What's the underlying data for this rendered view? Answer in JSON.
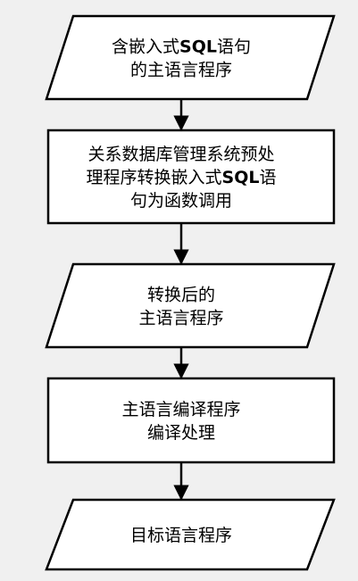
{
  "diagram": {
    "colors": {
      "background": "#f0f0f0",
      "fill": "#ffffff",
      "stroke": "#000000",
      "text": "#000000"
    },
    "nodes": [
      {
        "id": "source-program",
        "shape": "parallelogram",
        "lines": [
          [
            {
              "t": "含嵌入式"
            },
            {
              "t": "SQL",
              "bold": true
            },
            {
              "t": "语句"
            }
          ],
          [
            {
              "t": "的主语言程序"
            }
          ]
        ]
      },
      {
        "id": "dbms-preprocess",
        "shape": "rectangle",
        "lines": [
          [
            {
              "t": "关系数据库管理系统预处"
            }
          ],
          [
            {
              "t": "理程序转换嵌入式"
            },
            {
              "t": "SQL",
              "bold": true
            },
            {
              "t": "语"
            }
          ],
          [
            {
              "t": "句为函数调用"
            }
          ]
        ]
      },
      {
        "id": "converted-program",
        "shape": "parallelogram",
        "lines": [
          [
            {
              "t": "转换后的"
            }
          ],
          [
            {
              "t": "主语言程序"
            }
          ]
        ]
      },
      {
        "id": "compile-process",
        "shape": "rectangle",
        "lines": [
          [
            {
              "t": "主语言编译程序"
            }
          ],
          [
            {
              "t": "编译处理"
            }
          ]
        ]
      },
      {
        "id": "target-program",
        "shape": "parallelogram",
        "lines": [
          [
            {
              "t": "目标语言程序"
            }
          ]
        ]
      }
    ],
    "edges": [
      {
        "from": "source-program",
        "to": "dbms-preprocess"
      },
      {
        "from": "dbms-preprocess",
        "to": "converted-program"
      },
      {
        "from": "converted-program",
        "to": "compile-process"
      },
      {
        "from": "compile-process",
        "to": "target-program"
      }
    ]
  }
}
